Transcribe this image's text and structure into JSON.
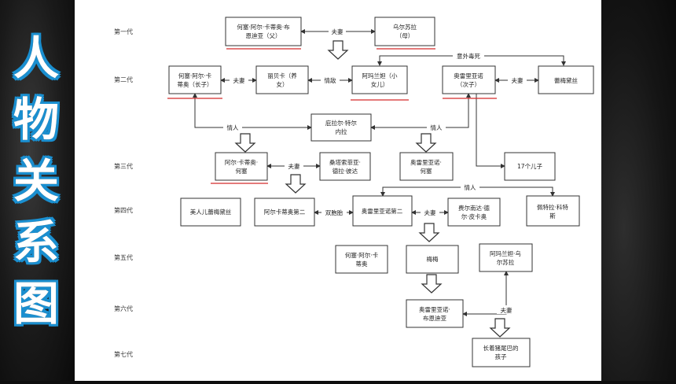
{
  "title_chars": [
    "人",
    "物",
    "关",
    "系",
    "图"
  ],
  "generations": [
    "第一代",
    "第二代",
    "第三代",
    "第四代",
    "第五代",
    "第六代",
    "第七代"
  ],
  "nodes": {
    "n1": [
      "何塞·阿尔·卡蒂奥·布",
      "恩迪亚（父）"
    ],
    "n2": [
      "乌尔苏拉",
      "（母）"
    ],
    "n3": [
      "何塞·阿尔·卡",
      "蒂奥（长子）"
    ],
    "n4": [
      "丽贝卡（养",
      "女）"
    ],
    "n5": [
      "阿玛兰妲（小",
      "女儿）"
    ],
    "n6": [
      "奥雷里亚诺",
      "（次子）"
    ],
    "n7": [
      "蕾梅黛丝"
    ],
    "n8": [
      "庇拉尔·特尔",
      "内拉"
    ],
    "n9": [
      "阿尔·卡蒂奥·",
      "何塞"
    ],
    "n10": [
      "桑塔索菲亚·",
      "德拉·彼达"
    ],
    "n11": [
      "奥雷里亚诺·",
      "何塞"
    ],
    "n12": [
      "17个儿子"
    ],
    "n13": [
      "美人儿蕾梅黛丝"
    ],
    "n14": [
      "阿尔卡蒂奥第二"
    ],
    "n15": [
      "奥雷里亚诺第二"
    ],
    "n16": [
      "费尔南达·德",
      "尔·皮卡奥"
    ],
    "n17": [
      "佩特拉·科特",
      "斯"
    ],
    "n18": [
      "何塞·阿尔·卡",
      "蒂奥"
    ],
    "n19": [
      "梅梅"
    ],
    "n20": [
      "阿玛兰妲·乌",
      "尔苏拉"
    ],
    "n21": [
      "奥雷里亚诺·",
      "布恩迪亚"
    ],
    "n22": [
      "长着猪尾巴的",
      "孩子"
    ]
  },
  "edge_labels": {
    "spouse": "夫妻",
    "accident": "意外毒死",
    "affair": "情敌",
    "lover": "情人",
    "twins": "双胞胎"
  }
}
